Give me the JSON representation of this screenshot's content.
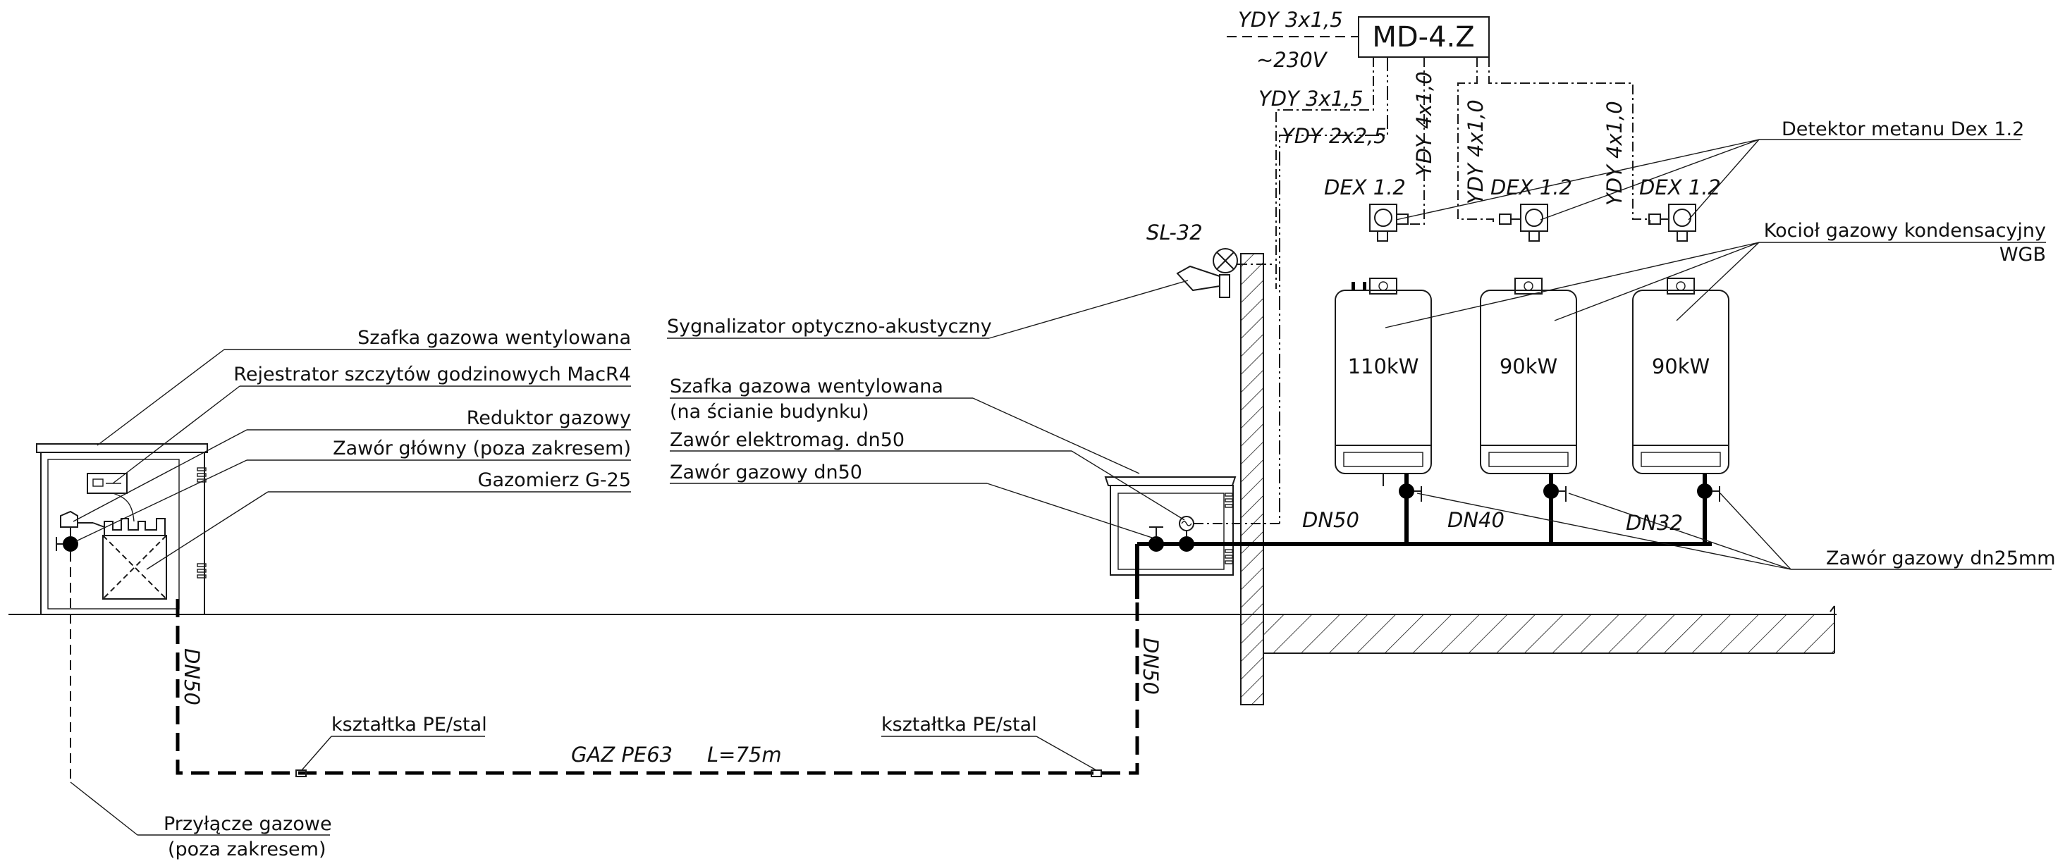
{
  "controller": {
    "label": "MD-4.Z"
  },
  "power": {
    "cable_in": "YDY 3x1,5",
    "voltage": "~230V",
    "cable_out1": "YDY 3x1,5",
    "cable_out2": "YDY 2x2,5"
  },
  "detector_cables": [
    "YDY 4x1,0",
    "YDY 4x1,0",
    "YDY 4x1,0"
  ],
  "detectors": [
    "DEX 1.2",
    "DEX 1.2",
    "DEX 1.2"
  ],
  "signal": {
    "label": "SL-32"
  },
  "boilers": [
    {
      "power": "110kW"
    },
    {
      "power": "90kW"
    },
    {
      "power": "90kW"
    }
  ],
  "pipes": {
    "dn50": "DN50",
    "dn40": "DN40",
    "dn32": "DN32",
    "dn50_vert_left": "DN50",
    "dn50_vert_right": "DN50",
    "main": "GAZ PE63",
    "length": "L=75m"
  },
  "callouts": {
    "detector_methane": "Detektor metanu Dex 1.2",
    "boiler_line1": "Kocioł gazowy kondensacyjny",
    "boiler_line2": "WGB",
    "valve_25": "Zawór gazowy dn25mm",
    "signaler": "Sygnalizator optyczno-akustyczny",
    "cabinet_wall_line1": "Szafka gazowa wentylowana",
    "cabinet_wall_line2": "(na ścianie budynku)",
    "solenoid": "Zawór elektromag. dn50",
    "valve_50": "Zawór gazowy dn50",
    "cabinet_vent": "Szafka gazowa wentylowana",
    "recorder": "Rejestrator szczytów godzinowych MacR4",
    "reducer": "Reduktor gazowy",
    "main_valve": "Zawór główny (poza zakresem)",
    "meter": "Gazomierz G-25",
    "fitting_left": "kształtka PE/stal",
    "fitting_right": "kształtka PE/stal",
    "connection_line1": "Przyłącze gazowe",
    "connection_line2": "(poza zakresem)"
  }
}
